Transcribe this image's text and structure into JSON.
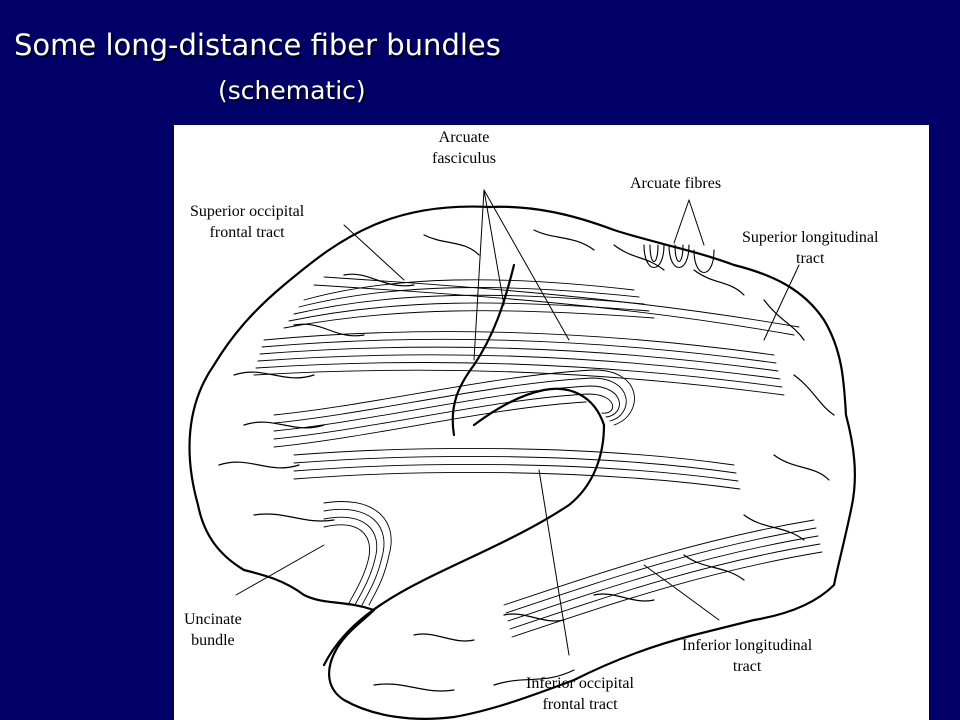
{
  "slide": {
    "title": "Some long-distance fiber bundles",
    "subtitle": "(schematic)"
  },
  "colors": {
    "background": "#000066",
    "title_text": "#ffffff",
    "panel": "#ffffff",
    "lines": "#000000"
  },
  "labels": {
    "arcuate_fasciculus": [
      "Arcuate",
      "fasciculus"
    ],
    "arcuate_fibres": [
      "Arcuate fibres"
    ],
    "superior_occipital_frontal": [
      "Superior occipital",
      "frontal tract"
    ],
    "superior_longitudinal": [
      "Superior longitudinal",
      "tract"
    ],
    "uncinate": [
      "Uncinate",
      "bundle"
    ],
    "inferior_occipital_frontal": [
      "Inferior occipital",
      "frontal tract"
    ],
    "inferior_longitudinal": [
      "Inferior longitudinal",
      "tract"
    ]
  }
}
